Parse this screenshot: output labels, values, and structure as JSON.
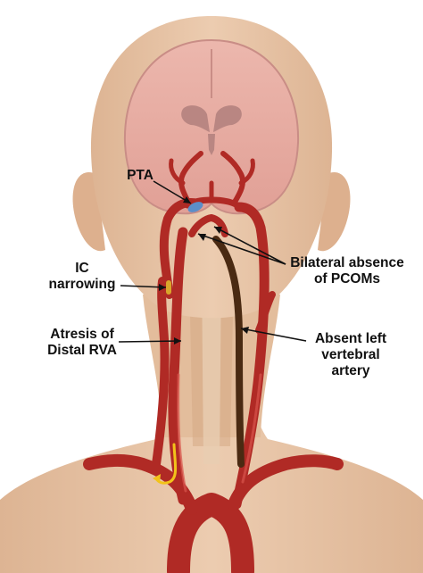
{
  "labels": {
    "pta": "PTA",
    "ic_narrowing": "IC\nnarrowing",
    "atresis": "Atresis of\nDistal RVA",
    "pcoms": "Bilateral absence\nof PCOMs",
    "absent_left_va": "Absent left\nvertebral\nartery"
  },
  "colors": {
    "skin": "#e8c7a8",
    "skin_shade": "#d8ae8a",
    "brain": "#e6a9a0",
    "brain_outline": "#c98d86",
    "ventricle": "#b98682",
    "artery": "#b02a25",
    "artery_highlight": "#d9544c",
    "artery_dark": "#7e1511",
    "absent_vessel": "#4a2a12",
    "pta_highlight": "#5b8ec9",
    "stenosis": "#d9a52b",
    "flow_arrow": "#f2c31a",
    "leader_line": "#111111"
  },
  "icons": {
    "flow_arrow": "curved-arrow-icon"
  }
}
